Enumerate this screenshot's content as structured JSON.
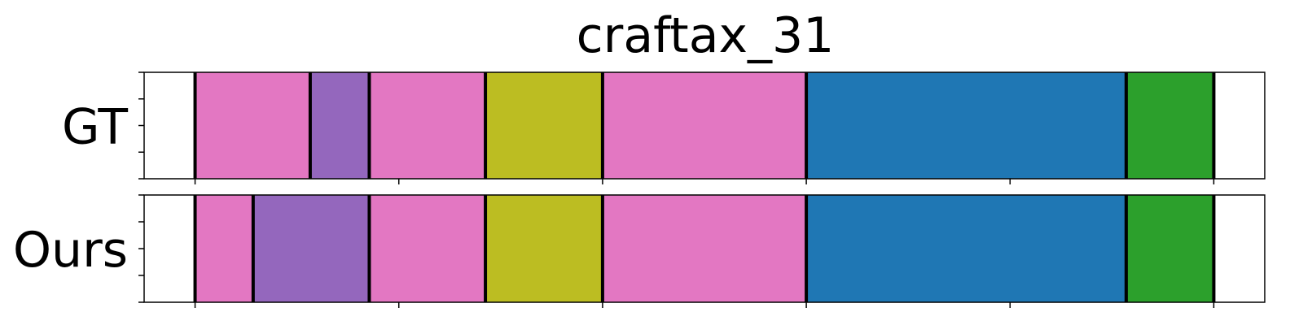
{
  "chart_data": {
    "type": "segmentation",
    "title": "craftax_31",
    "xlim": [
      0,
      1100
    ],
    "x_ticks": [
      50,
      250,
      450,
      650,
      850,
      1050
    ],
    "colors": {
      "pink": "#e377c2",
      "purple": "#9467bd",
      "olive": "#bcbd22",
      "blue": "#1f77b4",
      "green": "#2ca02c"
    },
    "rows": [
      {
        "label": "GT",
        "segments": [
          {
            "start": 50,
            "end": 163,
            "color": "pink"
          },
          {
            "start": 163,
            "end": 221,
            "color": "purple"
          },
          {
            "start": 221,
            "end": 335,
            "color": "pink"
          },
          {
            "start": 335,
            "end": 450,
            "color": "olive"
          },
          {
            "start": 450,
            "end": 650,
            "color": "pink"
          },
          {
            "start": 650,
            "end": 964,
            "color": "blue"
          },
          {
            "start": 964,
            "end": 1050,
            "color": "green"
          }
        ]
      },
      {
        "label": "Ours",
        "segments": [
          {
            "start": 50,
            "end": 107,
            "color": "pink"
          },
          {
            "start": 107,
            "end": 221,
            "color": "purple"
          },
          {
            "start": 221,
            "end": 335,
            "color": "pink"
          },
          {
            "start": 335,
            "end": 450,
            "color": "olive"
          },
          {
            "start": 450,
            "end": 650,
            "color": "pink"
          },
          {
            "start": 650,
            "end": 964,
            "color": "blue"
          },
          {
            "start": 964,
            "end": 1050,
            "color": "green"
          }
        ]
      }
    ]
  }
}
